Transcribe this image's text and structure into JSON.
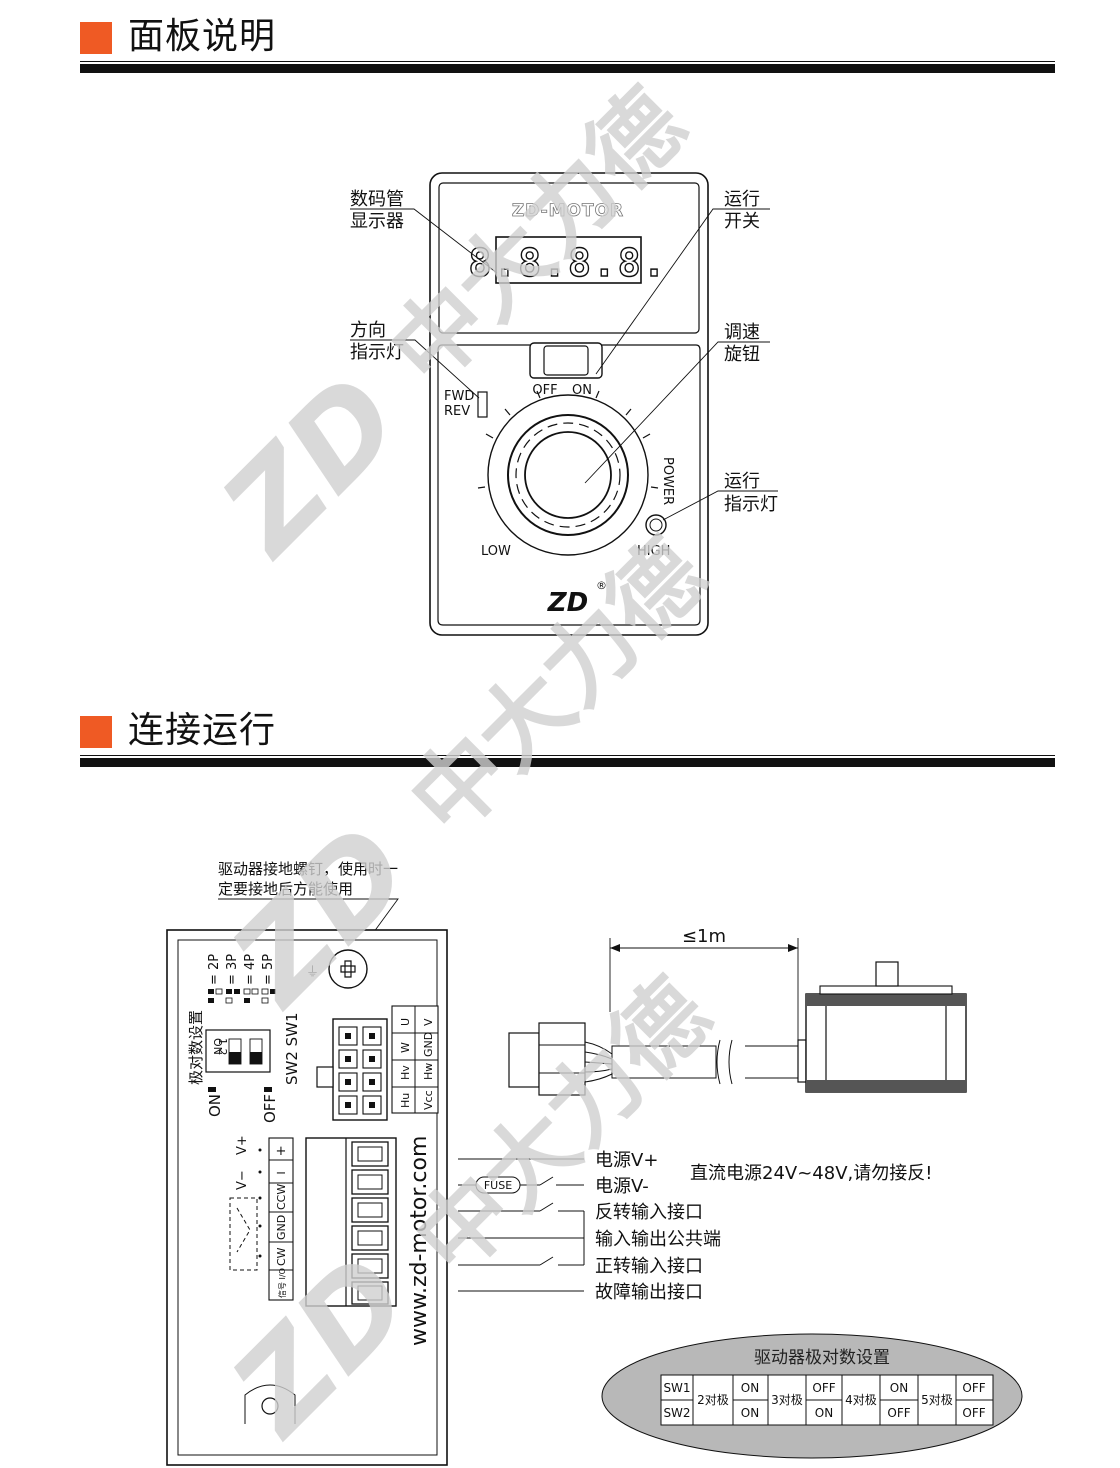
{
  "colors": {
    "accent": "#ef5a24",
    "ink": "#111111",
    "watermark": "#cfcfcf",
    "table_bg": "#b8b8b8"
  },
  "sections": [
    {
      "title": "面板说明"
    },
    {
      "title": "连接运行"
    }
  ],
  "panel": {
    "brand": "ZD-MOTOR",
    "display": "8.8.8.8.",
    "switch_off": "OFF",
    "switch_on": "ON",
    "fwd": "FWD",
    "rev": "REV",
    "low": "LOW",
    "high": "HIGH",
    "power": "POWER",
    "logo": "ZD",
    "callouts": {
      "display_l1": "数码管",
      "display_l2": "显示器",
      "run_switch_l1": "运行",
      "run_switch_l2": "开关",
      "dir_l1": "方向",
      "dir_l2": "指示灯",
      "speed_l1": "调速",
      "speed_l2": "旋钮",
      "runlamp_l1": "运行",
      "runlamp_l2": "指示灯"
    }
  },
  "wiring": {
    "ground_note_l1": "驱动器接地螺钉，使用时一",
    "ground_note_l2": "定要接地后方能使用",
    "cable_length": "≤1m",
    "pole_labels": [
      "= 2P",
      "= 3P",
      "= 4P",
      "= 5P"
    ],
    "pole_setting": "极对数设置",
    "on": "ON",
    "off": "OFF",
    "sw_labels": "SW2 SW1",
    "dip_on": "ON",
    "dip_nums": "1 2",
    "connector_top": [
      "U",
      "V"
    ],
    "connector_mid1": [
      "W",
      "GND"
    ],
    "connector_mid2": [
      "Hv",
      "Hw"
    ],
    "connector_bot": [
      "Hu",
      "Vcc"
    ],
    "terminal_labels": [
      "+",
      "−",
      "CCW",
      "GND",
      "CW",
      "信号 I/O"
    ],
    "v_minus": "V−",
    "v_plus": "V+",
    "website": "www.zd-motor.com",
    "fuse": "FUSE",
    "signals": [
      "电源V+",
      "电源V-",
      "反转输入接口",
      "输入输出公共端",
      "正转输入接口",
      "故障输出接口"
    ],
    "power_note": "直流电源24V~48V,请勿接反!"
  },
  "pole_table": {
    "title": "驱动器极对数设置",
    "row_labels": [
      "SW1",
      "SW2"
    ],
    "groups": [
      {
        "name": "2对极",
        "sw1": "ON",
        "sw2": "ON"
      },
      {
        "name": "3对极",
        "sw1": "OFF",
        "sw2": "ON"
      },
      {
        "name": "4对极",
        "sw1": "ON",
        "sw2": "OFF"
      },
      {
        "name": "5对极",
        "sw1": "OFF",
        "sw2": "OFF"
      }
    ]
  },
  "watermark": {
    "cn": "中大力德",
    "en": "ZD"
  }
}
